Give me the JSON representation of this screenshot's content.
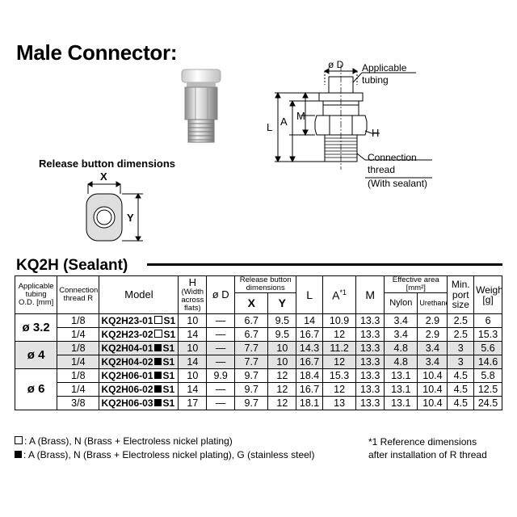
{
  "title": "Male Connector:",
  "release_button": {
    "title": "Release button dimensions",
    "x_label": "X",
    "y_label": "Y"
  },
  "drawing": {
    "dia_d": "ø D",
    "applicable_tubing": [
      "Applicable",
      "tubing"
    ],
    "L": "L",
    "A": "A",
    "M": "M",
    "H": "H",
    "connection_thread": [
      "Connection",
      "thread",
      "(With sealant)"
    ]
  },
  "section": {
    "title": "KQ2H (Sealant)"
  },
  "table": {
    "headers": {
      "tubing_od": "Applicable tubing O.D. [mm]",
      "conn_thread": "Connection thread R",
      "model": "Model",
      "H": "H",
      "H_sub": "(Width across flats)",
      "dia_D": "ø D",
      "release": "Release button dimensions",
      "X": "X",
      "Y": "Y",
      "L": "L",
      "A": "A",
      "A_note": "*1",
      "M": "M",
      "eff_area": "Effective area",
      "eff_unit": "[mm²]",
      "nylon": "Nylon",
      "urethane": "Urethane",
      "min_port": "Min. port size",
      "weight": "Weight",
      "weight_unit": "[g]"
    },
    "groups": [
      {
        "od": "ø 3.2",
        "shade": false,
        "rows": [
          {
            "thread": "1/8",
            "model": "KQ2H23-01",
            "marker": "open",
            "suffix": "S1",
            "h": "10",
            "d": "—",
            "x": "6.7",
            "y": "9.5",
            "l": "14",
            "a": "10.9",
            "m": "13.3",
            "nylon": "3.4",
            "urethane": "2.9",
            "port": "2.5",
            "weight": "6"
          },
          {
            "thread": "1/4",
            "model": "KQ2H23-02",
            "marker": "open",
            "suffix": "S1",
            "h": "14",
            "d": "—",
            "x": "6.7",
            "y": "9.5",
            "l": "16.7",
            "a": "12",
            "m": "13.3",
            "nylon": "3.4",
            "urethane": "2.9",
            "port": "2.5",
            "weight": "15.3"
          }
        ]
      },
      {
        "od": "ø 4",
        "shade": true,
        "rows": [
          {
            "thread": "1/8",
            "model": "KQ2H04-01",
            "marker": "filled",
            "suffix": "S1",
            "h": "10",
            "d": "—",
            "x": "7.7",
            "y": "10",
            "l": "14.3",
            "a": "11.2",
            "m": "13.3",
            "nylon": "4.8",
            "urethane": "3.4",
            "port": "3",
            "weight": "5.6"
          },
          {
            "thread": "1/4",
            "model": "KQ2H04-02",
            "marker": "filled",
            "suffix": "S1",
            "h": "14",
            "d": "—",
            "x": "7.7",
            "y": "10",
            "l": "16.7",
            "a": "12",
            "m": "13.3",
            "nylon": "4.8",
            "urethane": "3.4",
            "port": "3",
            "weight": "14.6"
          }
        ]
      },
      {
        "od": "ø 6",
        "shade": false,
        "rows": [
          {
            "thread": "1/8",
            "model": "KQ2H06-01",
            "marker": "filled",
            "suffix": "S1",
            "h": "10",
            "d": "9.9",
            "x": "9.7",
            "y": "12",
            "l": "18.4",
            "a": "15.3",
            "m": "13.3",
            "nylon": "13.1",
            "urethane": "10.4",
            "port": "4.5",
            "weight": "5.8"
          },
          {
            "thread": "1/4",
            "model": "KQ2H06-02",
            "marker": "filled",
            "suffix": "S1",
            "h": "14",
            "d": "—",
            "x": "9.7",
            "y": "12",
            "l": "16.7",
            "a": "12",
            "m": "13.3",
            "nylon": "13.1",
            "urethane": "10.4",
            "port": "4.5",
            "weight": "12.5"
          },
          {
            "thread": "3/8",
            "model": "KQ2H06-03",
            "marker": "filled",
            "suffix": "S1",
            "h": "17",
            "d": "—",
            "x": "9.7",
            "y": "12",
            "l": "18.1",
            "a": "13",
            "m": "13.3",
            "nylon": "13.1",
            "urethane": "10.4",
            "port": "4.5",
            "weight": "24.5"
          }
        ]
      }
    ]
  },
  "notes": {
    "open": ": A (Brass), N (Brass + Electroless nickel plating)",
    "filled": ": A (Brass), N (Brass + Electroless nickel plating), G (stainless steel)",
    "ref": "*1 Reference dimensions after installation of R thread"
  }
}
